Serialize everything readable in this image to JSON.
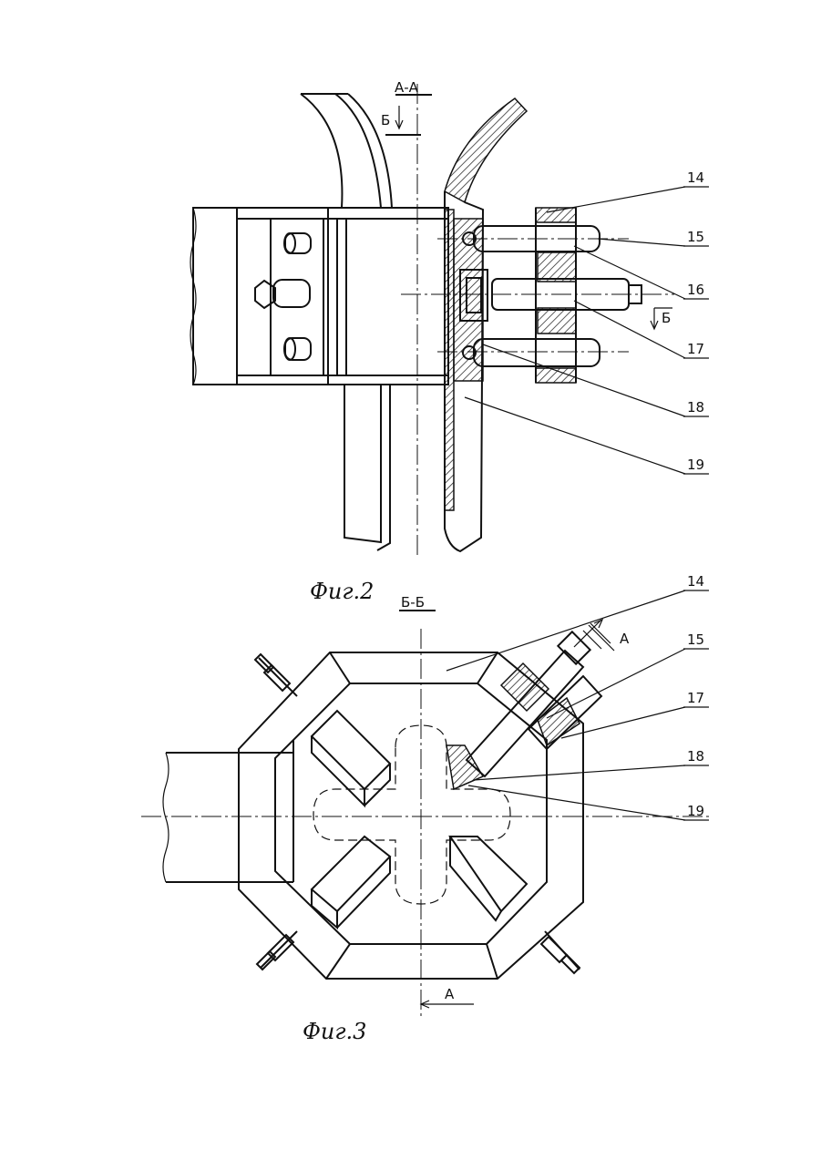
{
  "figure2": {
    "section_label": "А-А",
    "cut_mark": "Б",
    "caption": "Фиг.2",
    "callouts": [
      "14",
      "15",
      "16",
      "17",
      "18",
      "19"
    ],
    "arrow_label": "Б"
  },
  "figure3": {
    "section_label": "Б-Б",
    "caption": "Фиг.3",
    "callouts": [
      "14",
      "15",
      "17",
      "18",
      "19"
    ],
    "view_arrow_top": "А",
    "view_arrow_bottom": "А"
  }
}
